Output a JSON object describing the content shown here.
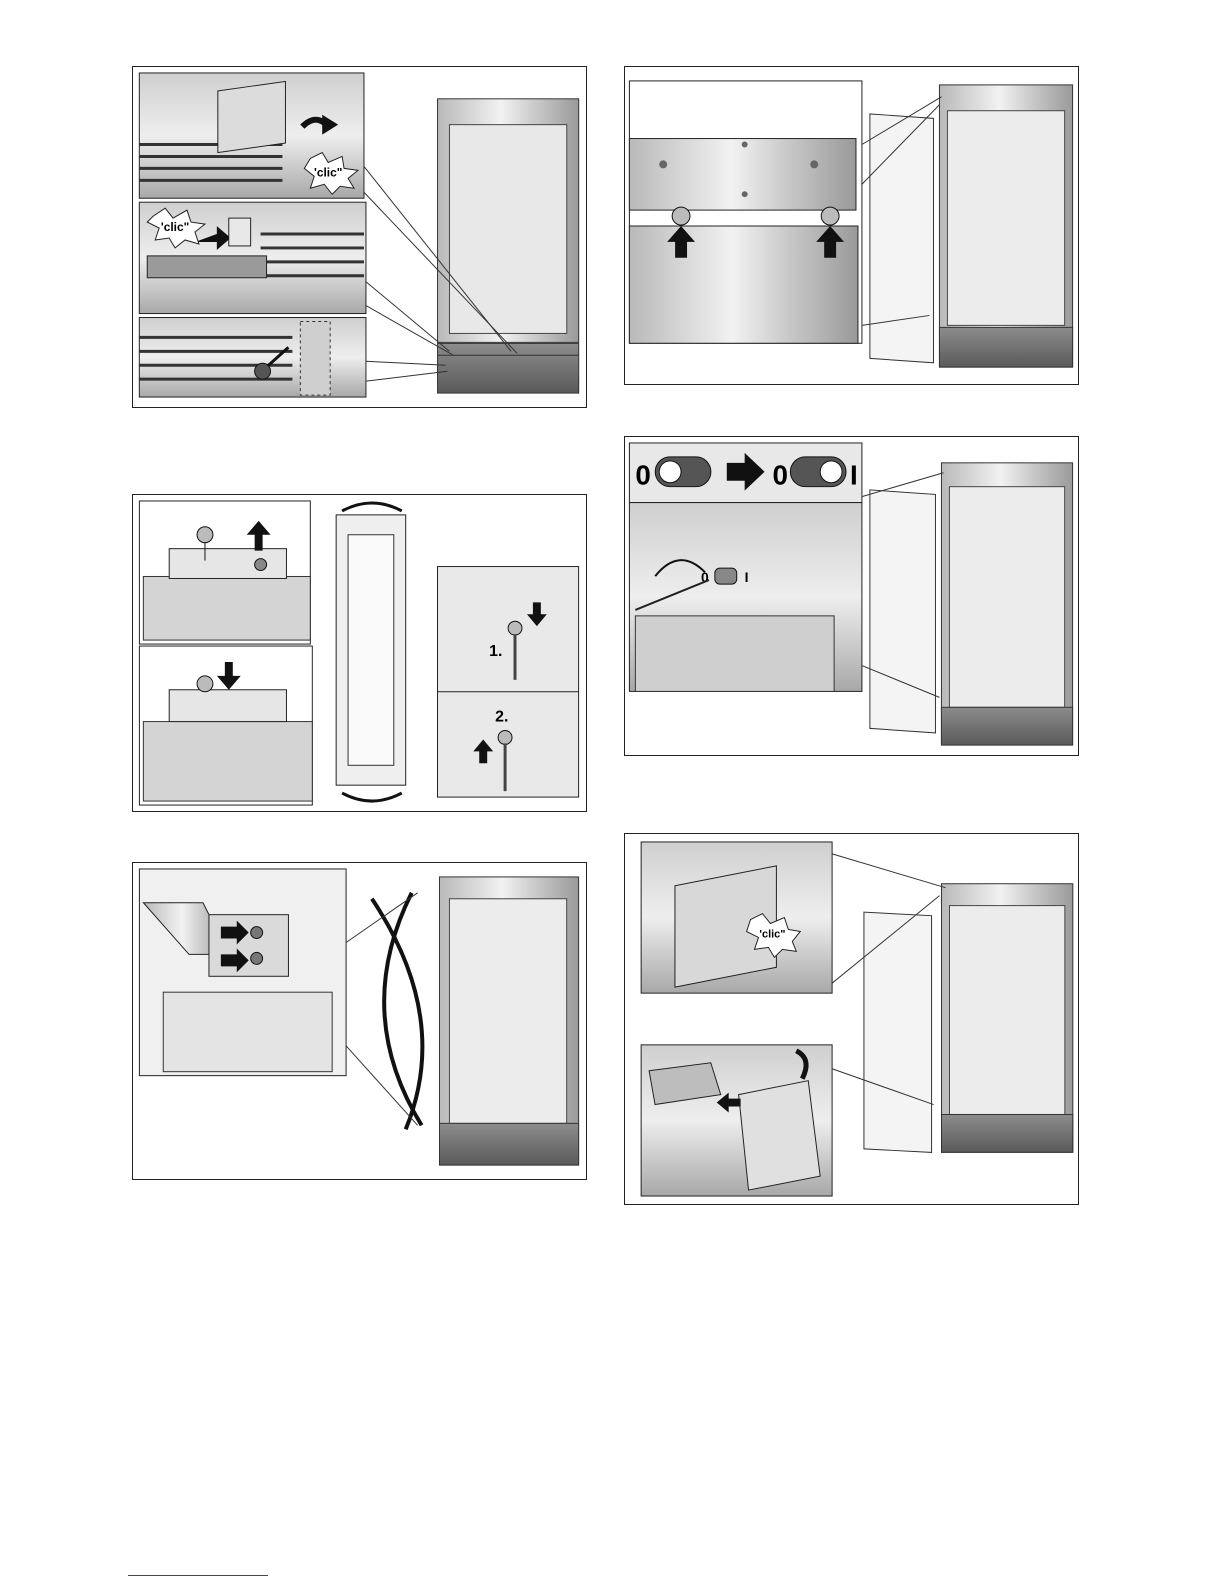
{
  "labels": {
    "clic": "'clic\"",
    "step1": "1.",
    "step2": "2.",
    "zero": "0",
    "one": "I"
  },
  "colors": {
    "frame": "#222222",
    "metal_light": "#e4e4e4",
    "metal_mid": "#b8b8b8",
    "metal_dark": "#7a7a7a",
    "arrow": "#111111",
    "footnote_rule": "#2a3fd0"
  }
}
